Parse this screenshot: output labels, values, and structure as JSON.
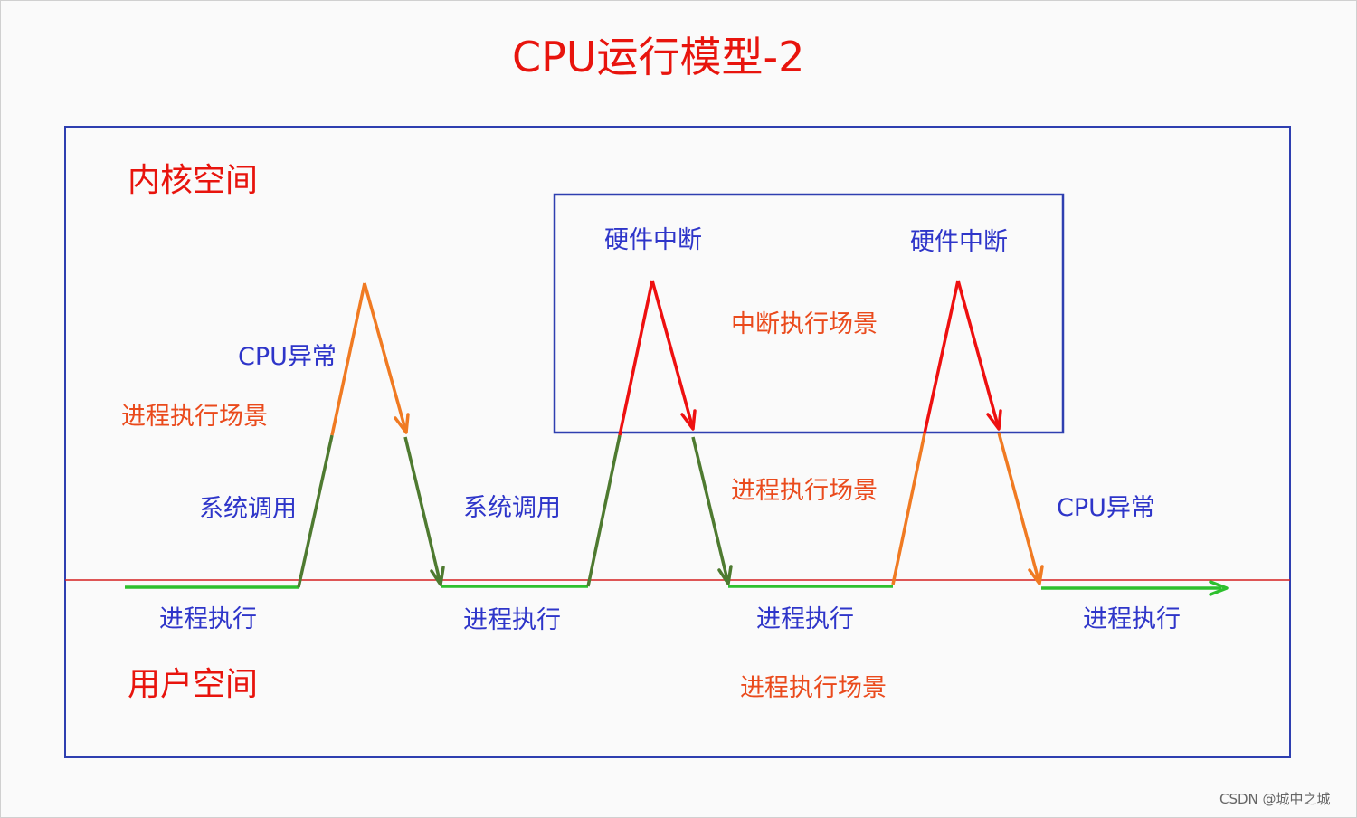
{
  "title": "CPU运行模型-2",
  "regions": {
    "kernel": "内核空间",
    "user": "用户空间"
  },
  "labels": {
    "hw_interrupt_1": "硬件中断",
    "hw_interrupt_2": "硬件中断",
    "interrupt_scene": "中断执行场景",
    "cpu_exception_1": "CPU异常",
    "cpu_exception_2": "CPU异常",
    "process_scene_kernel": "进程执行场景",
    "process_scene_middle": "进程执行场景",
    "process_scene_user": "进程执行场景",
    "syscall_1": "系统调用",
    "syscall_2": "系统调用",
    "exec_1": "进程执行",
    "exec_2": "进程执行",
    "exec_3": "进程执行",
    "exec_4": "进程执行"
  },
  "watermark": "CSDN @城中之城",
  "colors": {
    "title": "#e8140d",
    "frame": "#2e3fb0",
    "boundary": "#d42020",
    "process": "#2ec02e",
    "syscall": "#4e7a30",
    "exception": "#f07a22",
    "interrupt": "#ee1010",
    "label_blue": "#2e35c9",
    "label_orange": "#ea4a1c"
  }
}
